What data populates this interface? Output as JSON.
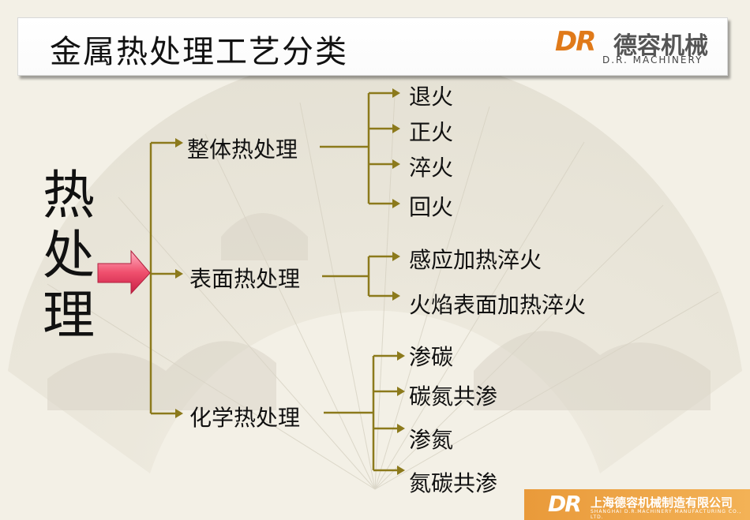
{
  "title": "金属热处理工艺分类",
  "logo": {
    "mark": "DR",
    "cn": "德容机械",
    "en": "D.R. MACHINERY"
  },
  "root": [
    "热",
    "处",
    "理"
  ],
  "categories": [
    {
      "label": "整体热处理",
      "items": [
        "退火",
        "正火",
        "淬火",
        "回火"
      ]
    },
    {
      "label": "表面热处理",
      "items": [
        "感应加热淬火",
        "火焰表面加热淬火"
      ]
    },
    {
      "label": "化学热处理",
      "items": [
        "渗碳",
        "碳氮共渗",
        "渗氮",
        "氮碳共渗"
      ]
    }
  ],
  "footer": {
    "mark": "DR",
    "cn": "上海德容机械制造有限公司",
    "en": "SHANGHAI D.R.MACHINERY MANUFACTURING CO., LTD."
  },
  "colors": {
    "connector": "#8c7a1c",
    "arrow": "#e8395a"
  }
}
